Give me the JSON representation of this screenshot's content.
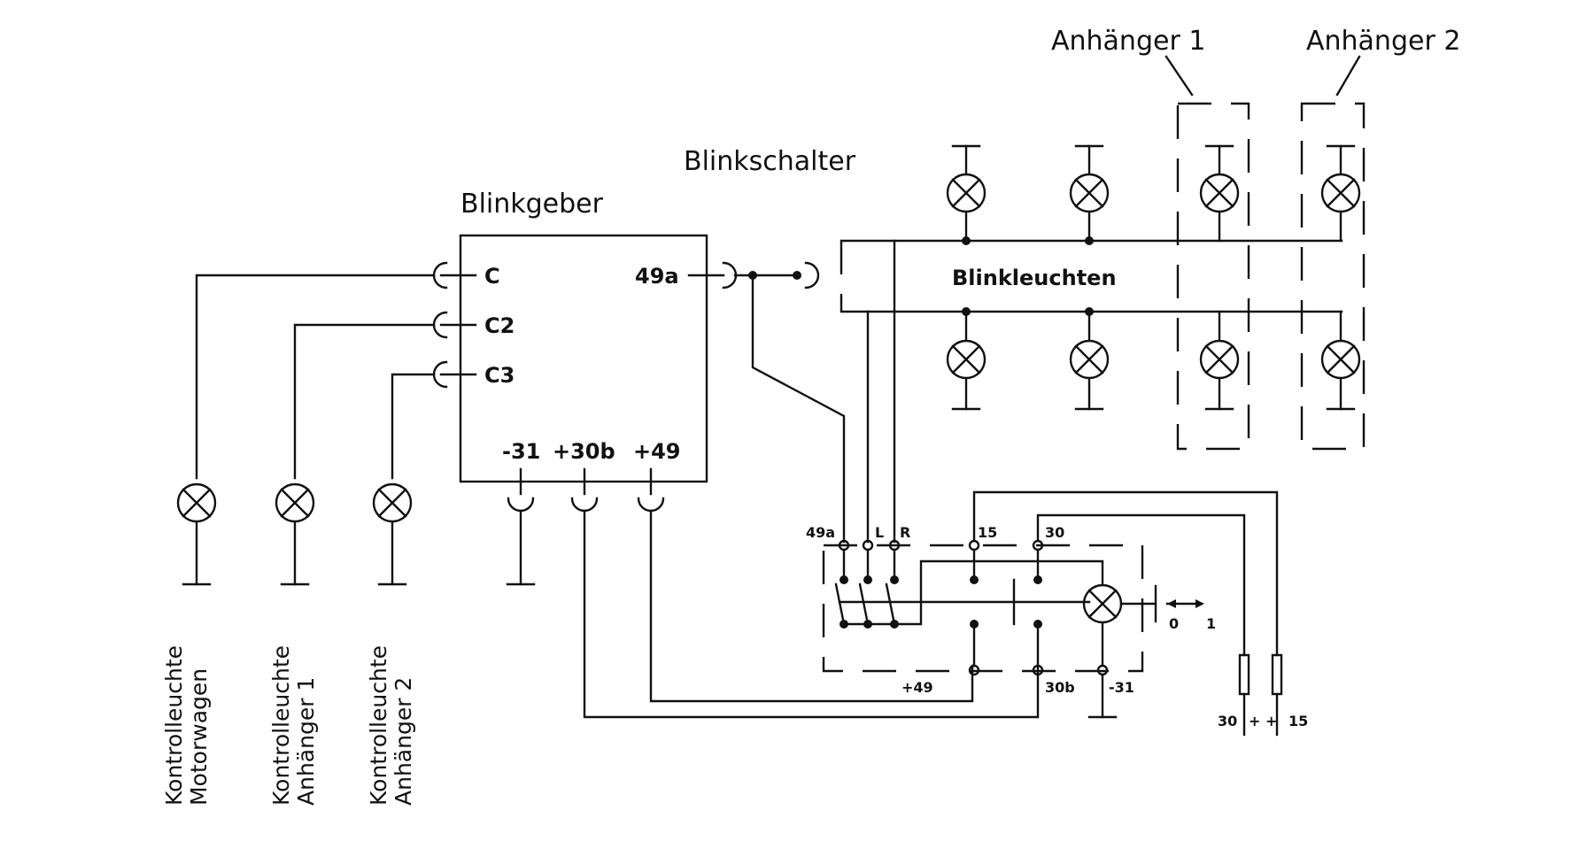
{
  "diagram": {
    "type": "circuit-schematic",
    "title_labels": {
      "blinkgeber": "Blinkgeber",
      "blinkschalter": "Blinkschalter",
      "blinkleuchten": "Blinkleuchten",
      "anhaenger1": "Anhänger 1",
      "anhaenger2": "Anhänger 2"
    },
    "blinkgeber_terminals": {
      "c": "C",
      "c2": "C2",
      "c3": "C3",
      "t49a": "49a",
      "t31": "-31",
      "t30b": "+30b",
      "t49": "+49"
    },
    "switch_terminals": {
      "t49a": "49a",
      "l": "L",
      "r": "R",
      "t15": "15",
      "t30": "30",
      "t49": "+49",
      "t30b": "30b",
      "t31": "-31",
      "pos0": "0",
      "pos1": "1"
    },
    "fuse_labels": {
      "f30": "30",
      "f15": "15",
      "plus": "+ +"
    },
    "indicator_lamps": [
      {
        "line1": "Kontrolleuchte",
        "line2": "Motorwagen"
      },
      {
        "line1": "Kontrolleuchte",
        "line2": "Anhänger 1"
      },
      {
        "line1": "Kontrolleuchte",
        "line2": "Anhänger 2"
      }
    ]
  }
}
